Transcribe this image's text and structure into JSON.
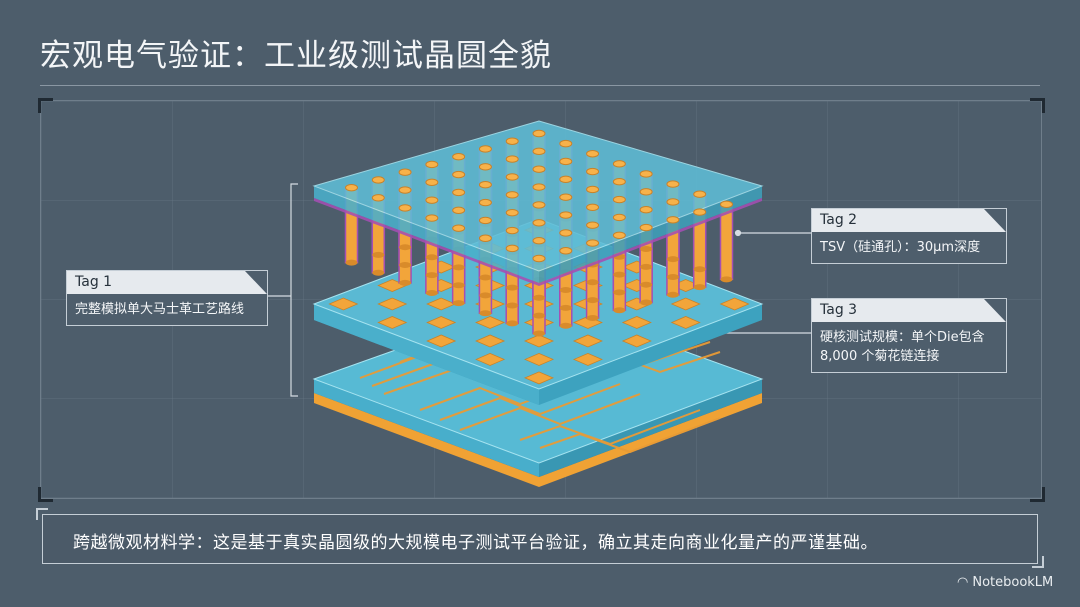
{
  "header": {
    "title": "宏观电气验证：工业级测试晶圆全貌"
  },
  "tags": [
    {
      "label": "Tag 1",
      "text": "完整模拟单大马士革工艺路线"
    },
    {
      "label": "Tag 2",
      "text": "TSV（硅通孔）：30μm深度"
    },
    {
      "label": "Tag 3",
      "text_line1": "硬核测试规模：单个Die包含",
      "text_line2": "8,000 个菊花链连接"
    }
  ],
  "caption": {
    "text": "跨越微观材料学：这是基于真实晶圆级的大规模电子测试平台验证，确立其走向商业化量产的严谨基础。"
  },
  "brand": {
    "name": "NotebookLM",
    "icon": "notebooklm-icon"
  },
  "colors": {
    "background": "#4d5d6b",
    "glass": "#4fb3cc",
    "copper": "#f2a53a",
    "via_edge": "#a44fb3",
    "substrate": "#f0a234"
  }
}
